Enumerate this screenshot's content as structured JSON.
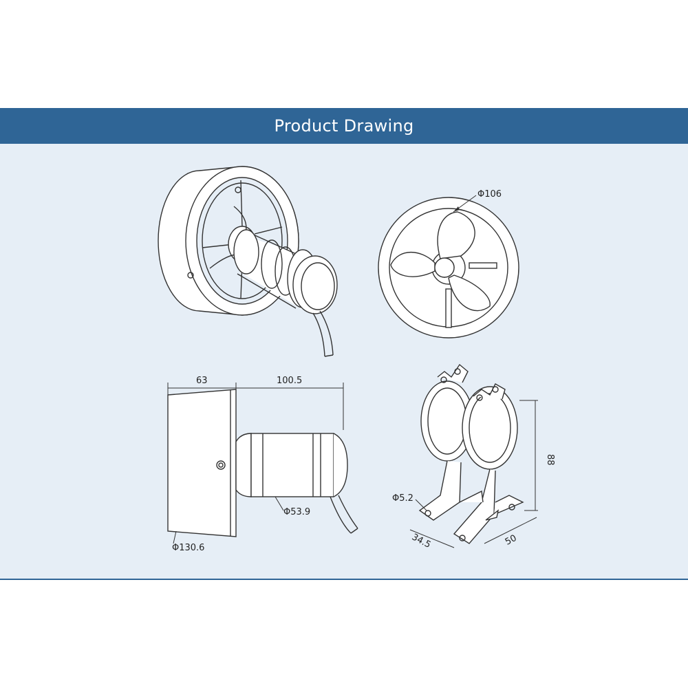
{
  "header": {
    "title": "Product Drawing"
  },
  "colors": {
    "banner": "#2f6596",
    "panel": "#e6eef6",
    "line": "#333333"
  },
  "dimensions": {
    "front_diameter": "Φ106",
    "side_depth": "63",
    "side_length": "100.5",
    "body_diameter": "Φ53.9",
    "housing_diameter": "Φ130.6",
    "hole_diameter": "Φ5.2",
    "bracket_height": "88",
    "bracket_width": "34.5",
    "bracket_depth": "50"
  }
}
